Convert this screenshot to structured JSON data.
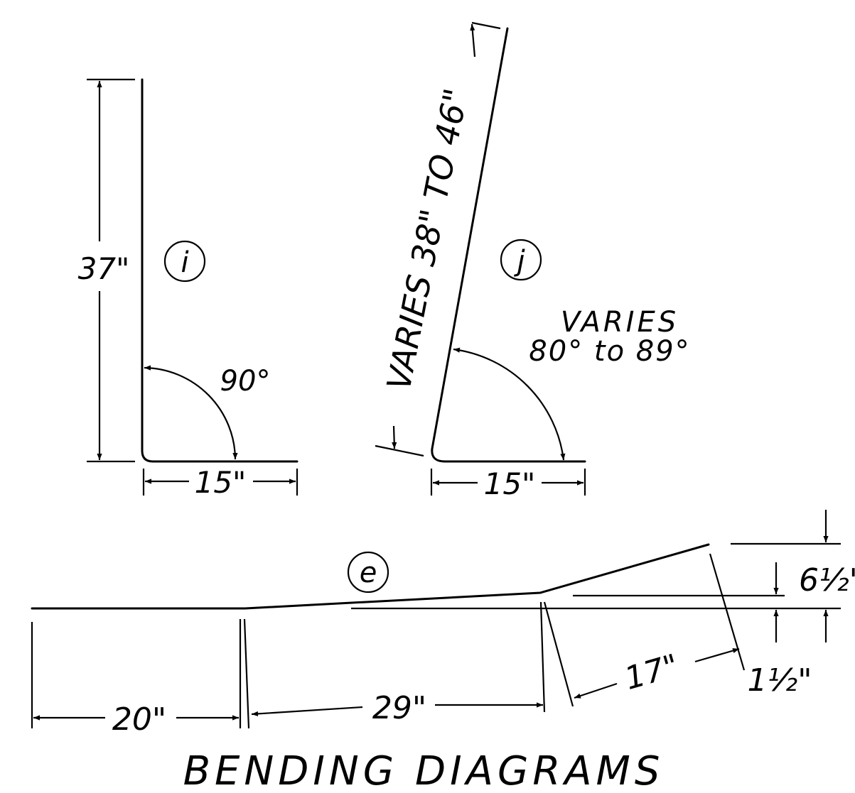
{
  "title": "BENDING DIAGRAMS",
  "bar_i": {
    "tag": "i",
    "height_label": "37\"",
    "width_label": "15\"",
    "angle_label": "90°"
  },
  "bar_j": {
    "tag": "j",
    "height_label": "VARIES 38\" TO 46\"",
    "width_label": "15\"",
    "angle_line1": "VARIES",
    "angle_line2": "80° to 89°"
  },
  "bar_e": {
    "tag": "e",
    "seg1_label": "20\"",
    "seg2_label": "29\"",
    "seg3_label": "17\"",
    "offset_label": "1½\"",
    "rise_label": "6½\""
  }
}
